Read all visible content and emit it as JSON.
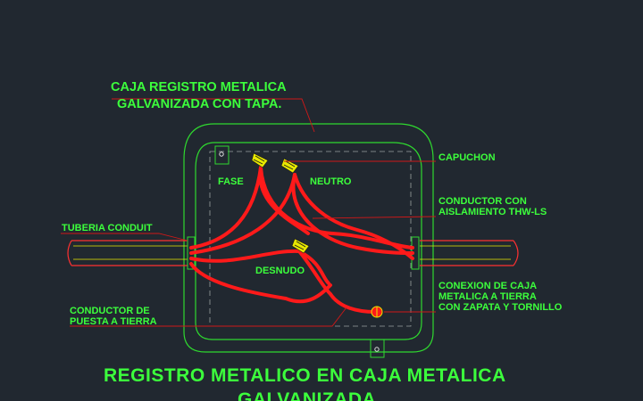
{
  "labels": {
    "box_title_line1": "CAJA REGISTRO METALICA",
    "box_title_line2": "GALVANIZADA CON TAPA.",
    "capuchon": "CAPUCHON",
    "fase": "FASE",
    "neutro": "NEUTRO",
    "conductor_line1": "CONDUCTOR CON",
    "conductor_line2": "AISLAMIENTO THW-LS",
    "tuberia": "TUBERIA CONDUIT",
    "desnudo": "DESNUDO",
    "conexion_line1": "CONEXION DE CAJA",
    "conexion_line2": "METALICA A TIERRA",
    "conexion_line3": "CON ZAPATA Y TORNILLO",
    "puesta_line1": "CONDUCTOR DE",
    "puesta_line2": "PUESTA A TIERRA",
    "main_title_line1": "REGISTRO METALICO EN CAJA METALICA",
    "main_title_line2": "GALVANIZADA"
  },
  "colors": {
    "background": "#212830",
    "label_green": "#3cff3c",
    "box_green": "#2fd82f",
    "wire_red": "#ff1a1a",
    "leader_red": "#d01818",
    "nut_yellow": "#e8e800",
    "conduit_red": "#ff3030",
    "dash_gray": "#9aa0a0"
  }
}
